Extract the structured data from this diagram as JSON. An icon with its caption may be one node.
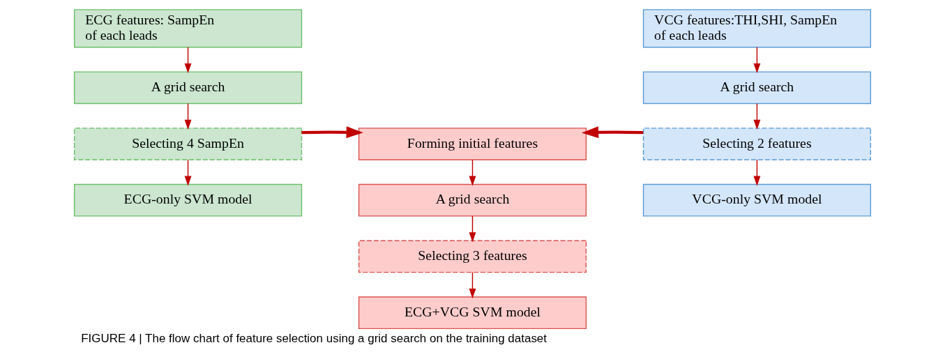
{
  "diagram": {
    "caption": "FIGURE 4 | The flow chart of feature selection using a grid search on the training dataset",
    "nodes": [
      {
        "text": [
          "ECG features: SampEn of each leads"
        ]
      },
      {
        "text": [
          "A grid search"
        ]
      },
      {
        "text": [
          "Selecting 4 SampEn"
        ]
      },
      {
        "text": [
          "ECG-only SVM model"
        ]
      },
      {
        "text": [
          "VCG features:THI,SHI, SampEn of each leads"
        ]
      },
      {
        "text": [
          "A grid search"
        ]
      },
      {
        "text": [
          "Selecting 2 features"
        ]
      },
      {
        "text": [
          "VCG-only SVM model"
        ]
      },
      {
        "text": [
          "Forming initial features"
        ]
      },
      {
        "text": [
          "A grid search"
        ]
      },
      {
        "text": [
          "Selecting 3 features"
        ]
      },
      {
        "text": [
          "ECG+VCG SVM model"
        ]
      }
    ],
    "edges": [
      {
        "from": 0,
        "to": 1,
        "arrow": "to"
      },
      {
        "from": 1,
        "to": 2,
        "arrow": "to"
      },
      {
        "from": 2,
        "to": 3,
        "arrow": "to"
      },
      {
        "from": 4,
        "to": 5,
        "arrow": "to"
      },
      {
        "from": 5,
        "to": 6,
        "arrow": "to"
      },
      {
        "from": 6,
        "to": 7,
        "arrow": "to"
      },
      {
        "from": 2,
        "to": 8,
        "arrow": "to",
        "style": "thick"
      },
      {
        "from": 6,
        "to": 8,
        "arrow": "to",
        "style": "thick"
      },
      {
        "from": 8,
        "to": 9,
        "arrow": "to"
      },
      {
        "from": 9,
        "to": 10,
        "arrow": "to"
      },
      {
        "from": 10,
        "to": 11,
        "arrow": "to"
      }
    ]
  }
}
